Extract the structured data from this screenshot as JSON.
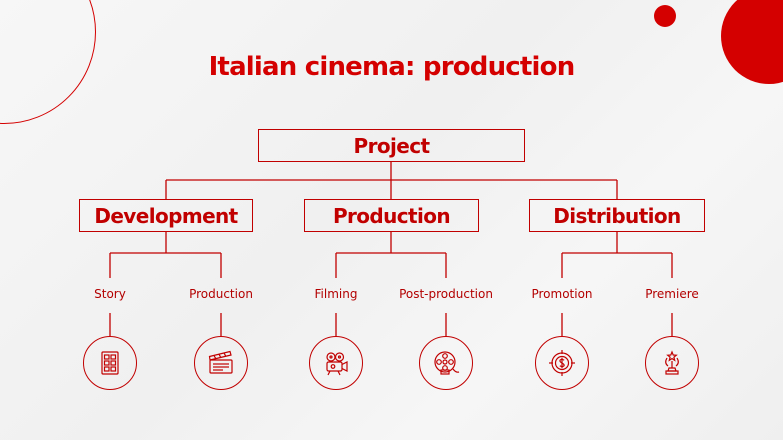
{
  "title": "Italian cinema: production",
  "root": {
    "label": "Project"
  },
  "branches": [
    {
      "label": "Development",
      "leaves": [
        {
          "label": "Story",
          "icon": "storyboard-icon"
        },
        {
          "label": "Production",
          "icon": "clapperboard-icon"
        }
      ]
    },
    {
      "label": "Production",
      "leaves": [
        {
          "label": "Filming",
          "icon": "film-camera-icon"
        },
        {
          "label": "Post-production",
          "icon": "film-reel-icon"
        }
      ]
    },
    {
      "label": "Distribution",
      "leaves": [
        {
          "label": "Promotion",
          "icon": "dollar-target-icon"
        },
        {
          "label": "Premiere",
          "icon": "award-trophy-icon"
        }
      ]
    }
  ],
  "colors": {
    "accent": "#d40000",
    "line": "#c10000",
    "background": "#f3f3f3"
  }
}
